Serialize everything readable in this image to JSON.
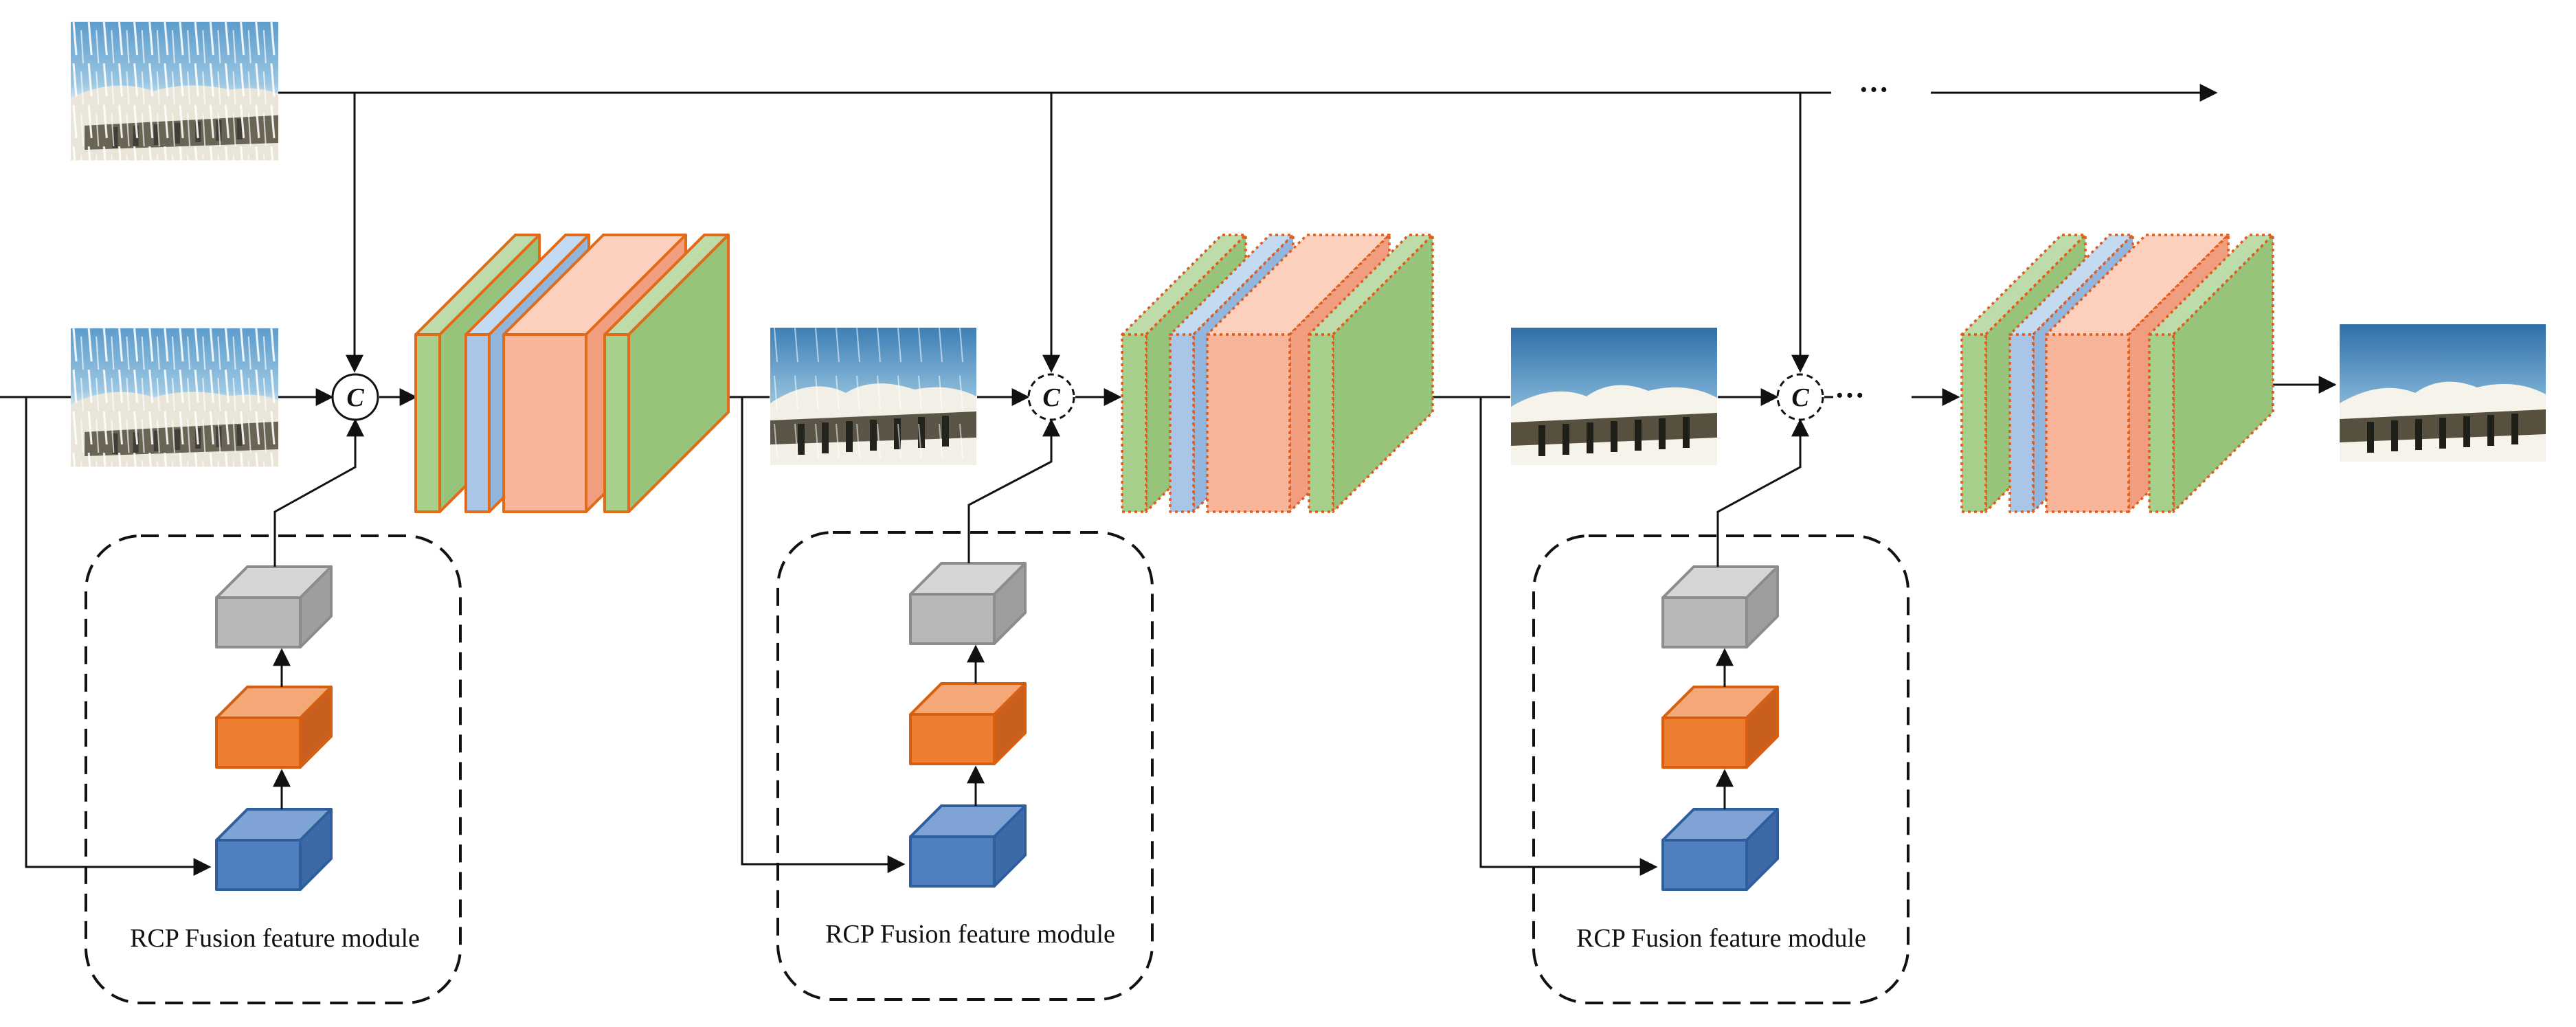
{
  "modules": [
    {
      "label": "RCP Fusion feature module"
    },
    {
      "label": "RCP Fusion feature module"
    },
    {
      "label": "RCP Fusion feature module"
    }
  ],
  "concat_symbol": "C",
  "ellipsis": "···",
  "colors": {
    "green": "#a8d08d",
    "light_blue": "#a9c6e8",
    "peach": "#f8b59a",
    "gray_block": "#b8b8b8",
    "orange_block": "#ed7d31",
    "blue_block": "#4f7fbf",
    "stage1_border": "#e26b1a",
    "dotted_border": "#e05a1a"
  },
  "icons": {
    "rainy_input": "rainy-image-icon",
    "partial_output": "partially-derained-image-icon",
    "clean_output": "derained-image-icon"
  }
}
